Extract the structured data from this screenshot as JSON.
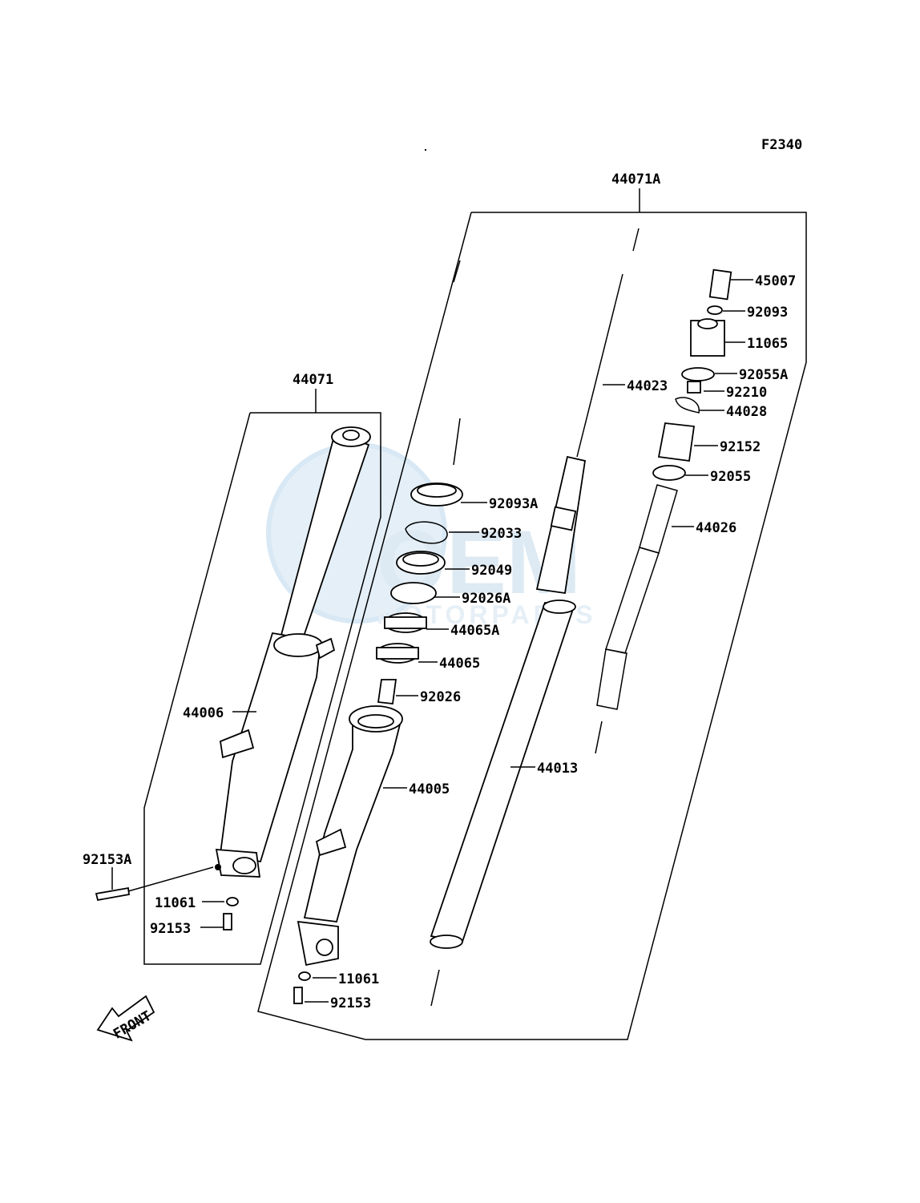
{
  "figure_code": "F2340",
  "watermark": {
    "brand": "OEM",
    "subtitle": "MOTORPARTS",
    "color": "#cfe3f2"
  },
  "front_arrow": "FRONT",
  "assemblies": {
    "left": "44071",
    "right": "44071A"
  },
  "labels": {
    "l45007": "45007",
    "l92093": "92093",
    "l11065": "11065",
    "l92055A": "92055A",
    "l92210": "92210",
    "l44028": "44028",
    "l92152": "92152",
    "l92055": "92055",
    "l44026": "44026",
    "l44023": "44023",
    "l92093A": "92093A",
    "l92033": "92033",
    "l92049": "92049",
    "l92026A": "92026A",
    "l44065A": "44065A",
    "l44065": "44065",
    "l92026": "92026",
    "l44013": "44013",
    "l44005": "44005",
    "l44006": "44006",
    "l92153A": "92153A",
    "l11061a": "11061",
    "l92153a": "92153",
    "l11061b": "11061",
    "l92153b": "92153"
  }
}
